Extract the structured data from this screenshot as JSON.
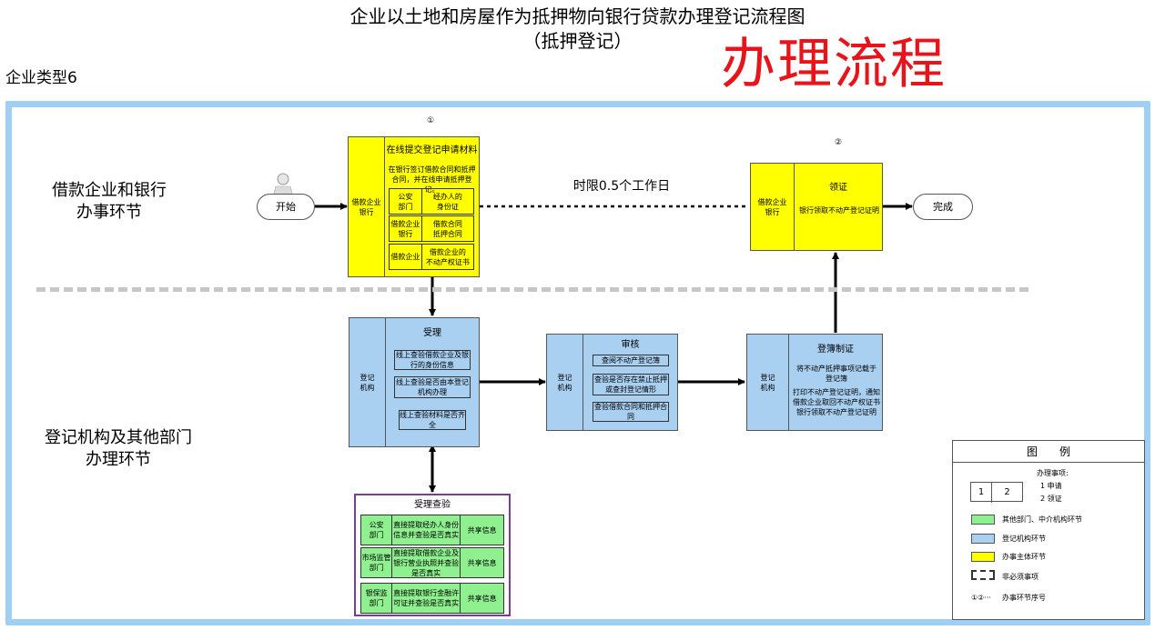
{
  "header": {
    "title_line1": "企业以土地和房屋作为抵押物向银行贷款办理登记流程图",
    "title_line2": "（抵押登记）",
    "enterprise_type": "企业类型6",
    "big_label": "办理流程"
  },
  "lanes": {
    "top": "借款企业和银行\n办事环节",
    "bottom": "登记机构及其他部门\n办理环节"
  },
  "flow": {
    "start_label": "开始",
    "finish_label": "完成",
    "time_limit": "时限0.5个工作日",
    "step1_num": "①",
    "step2_num": "②",
    "apply": {
      "side": "借款企业\n银行",
      "title": "在线提交登记申请材料",
      "desc": "在银行签订借款合同和抵押合同，并在线申请抵押登记。",
      "rows": [
        {
          "left": "公安\n部门",
          "right": "经办人的\n身份证"
        },
        {
          "left": "借款企业\n银行",
          "right": "借款合同\n抵押合同"
        },
        {
          "left": "借款企业",
          "right": "借款企业的\n不动产权证书"
        }
      ]
    },
    "accept": {
      "side": "登记\n机构",
      "title": "受理",
      "items": [
        "线上查验借款企业及银行的身份信息",
        "线上查验是否由本登记机构办理",
        "线上查验材料是否齐全"
      ]
    },
    "review": {
      "side": "登记\n机构",
      "title": "审核",
      "items": [
        "查阅不动产登记簿",
        "查验是否存在禁止抵押或查封登记情形",
        "查验借款合同和抵押合同"
      ]
    },
    "register": {
      "side": "登记\n机构",
      "title": "登簿制证",
      "desc1": "将不动产抵押事项记载于登记簿",
      "desc2": "打印不动产登记证明，通知借款企业取回不动产权证书银行领取不动产登记证明"
    },
    "collect": {
      "side": "借款企业\n银行",
      "title": "领证",
      "desc": "银行领取不动产登记证明"
    },
    "verify": {
      "title": "受理查验",
      "rows": [
        {
          "dept": "公安\n部门",
          "action": "直接提取经办人身份信息并查验是否真实",
          "share": "共享信息"
        },
        {
          "dept": "市场监管\n部门",
          "action": "直接提取借款企业及银行营业执照并查验是否真实",
          "share": "共享信息"
        },
        {
          "dept": "银保监\n部门",
          "action": "直接提取银行金融许可证并查验是否真实",
          "share": "共享信息"
        }
      ]
    }
  },
  "legend": {
    "title": "图　　例",
    "matters_title": "办理事项:",
    "matter1": "1  申请",
    "matter2": "2  领证",
    "num1": "1",
    "num2": "2",
    "green": "其他部门、中介机构环节",
    "blue": "登记机构环节",
    "yellow": "办事主体环节",
    "dashed": "非必须事项",
    "seq_symbol": "①②···",
    "seq": "办事环节序号"
  },
  "colors": {
    "yellow": "#ffff00",
    "blue": "#a9cff1",
    "green": "#8ef08e",
    "red": "#e8141c",
    "frame": "#9fd0f4",
    "purple": "#7a3c98"
  }
}
